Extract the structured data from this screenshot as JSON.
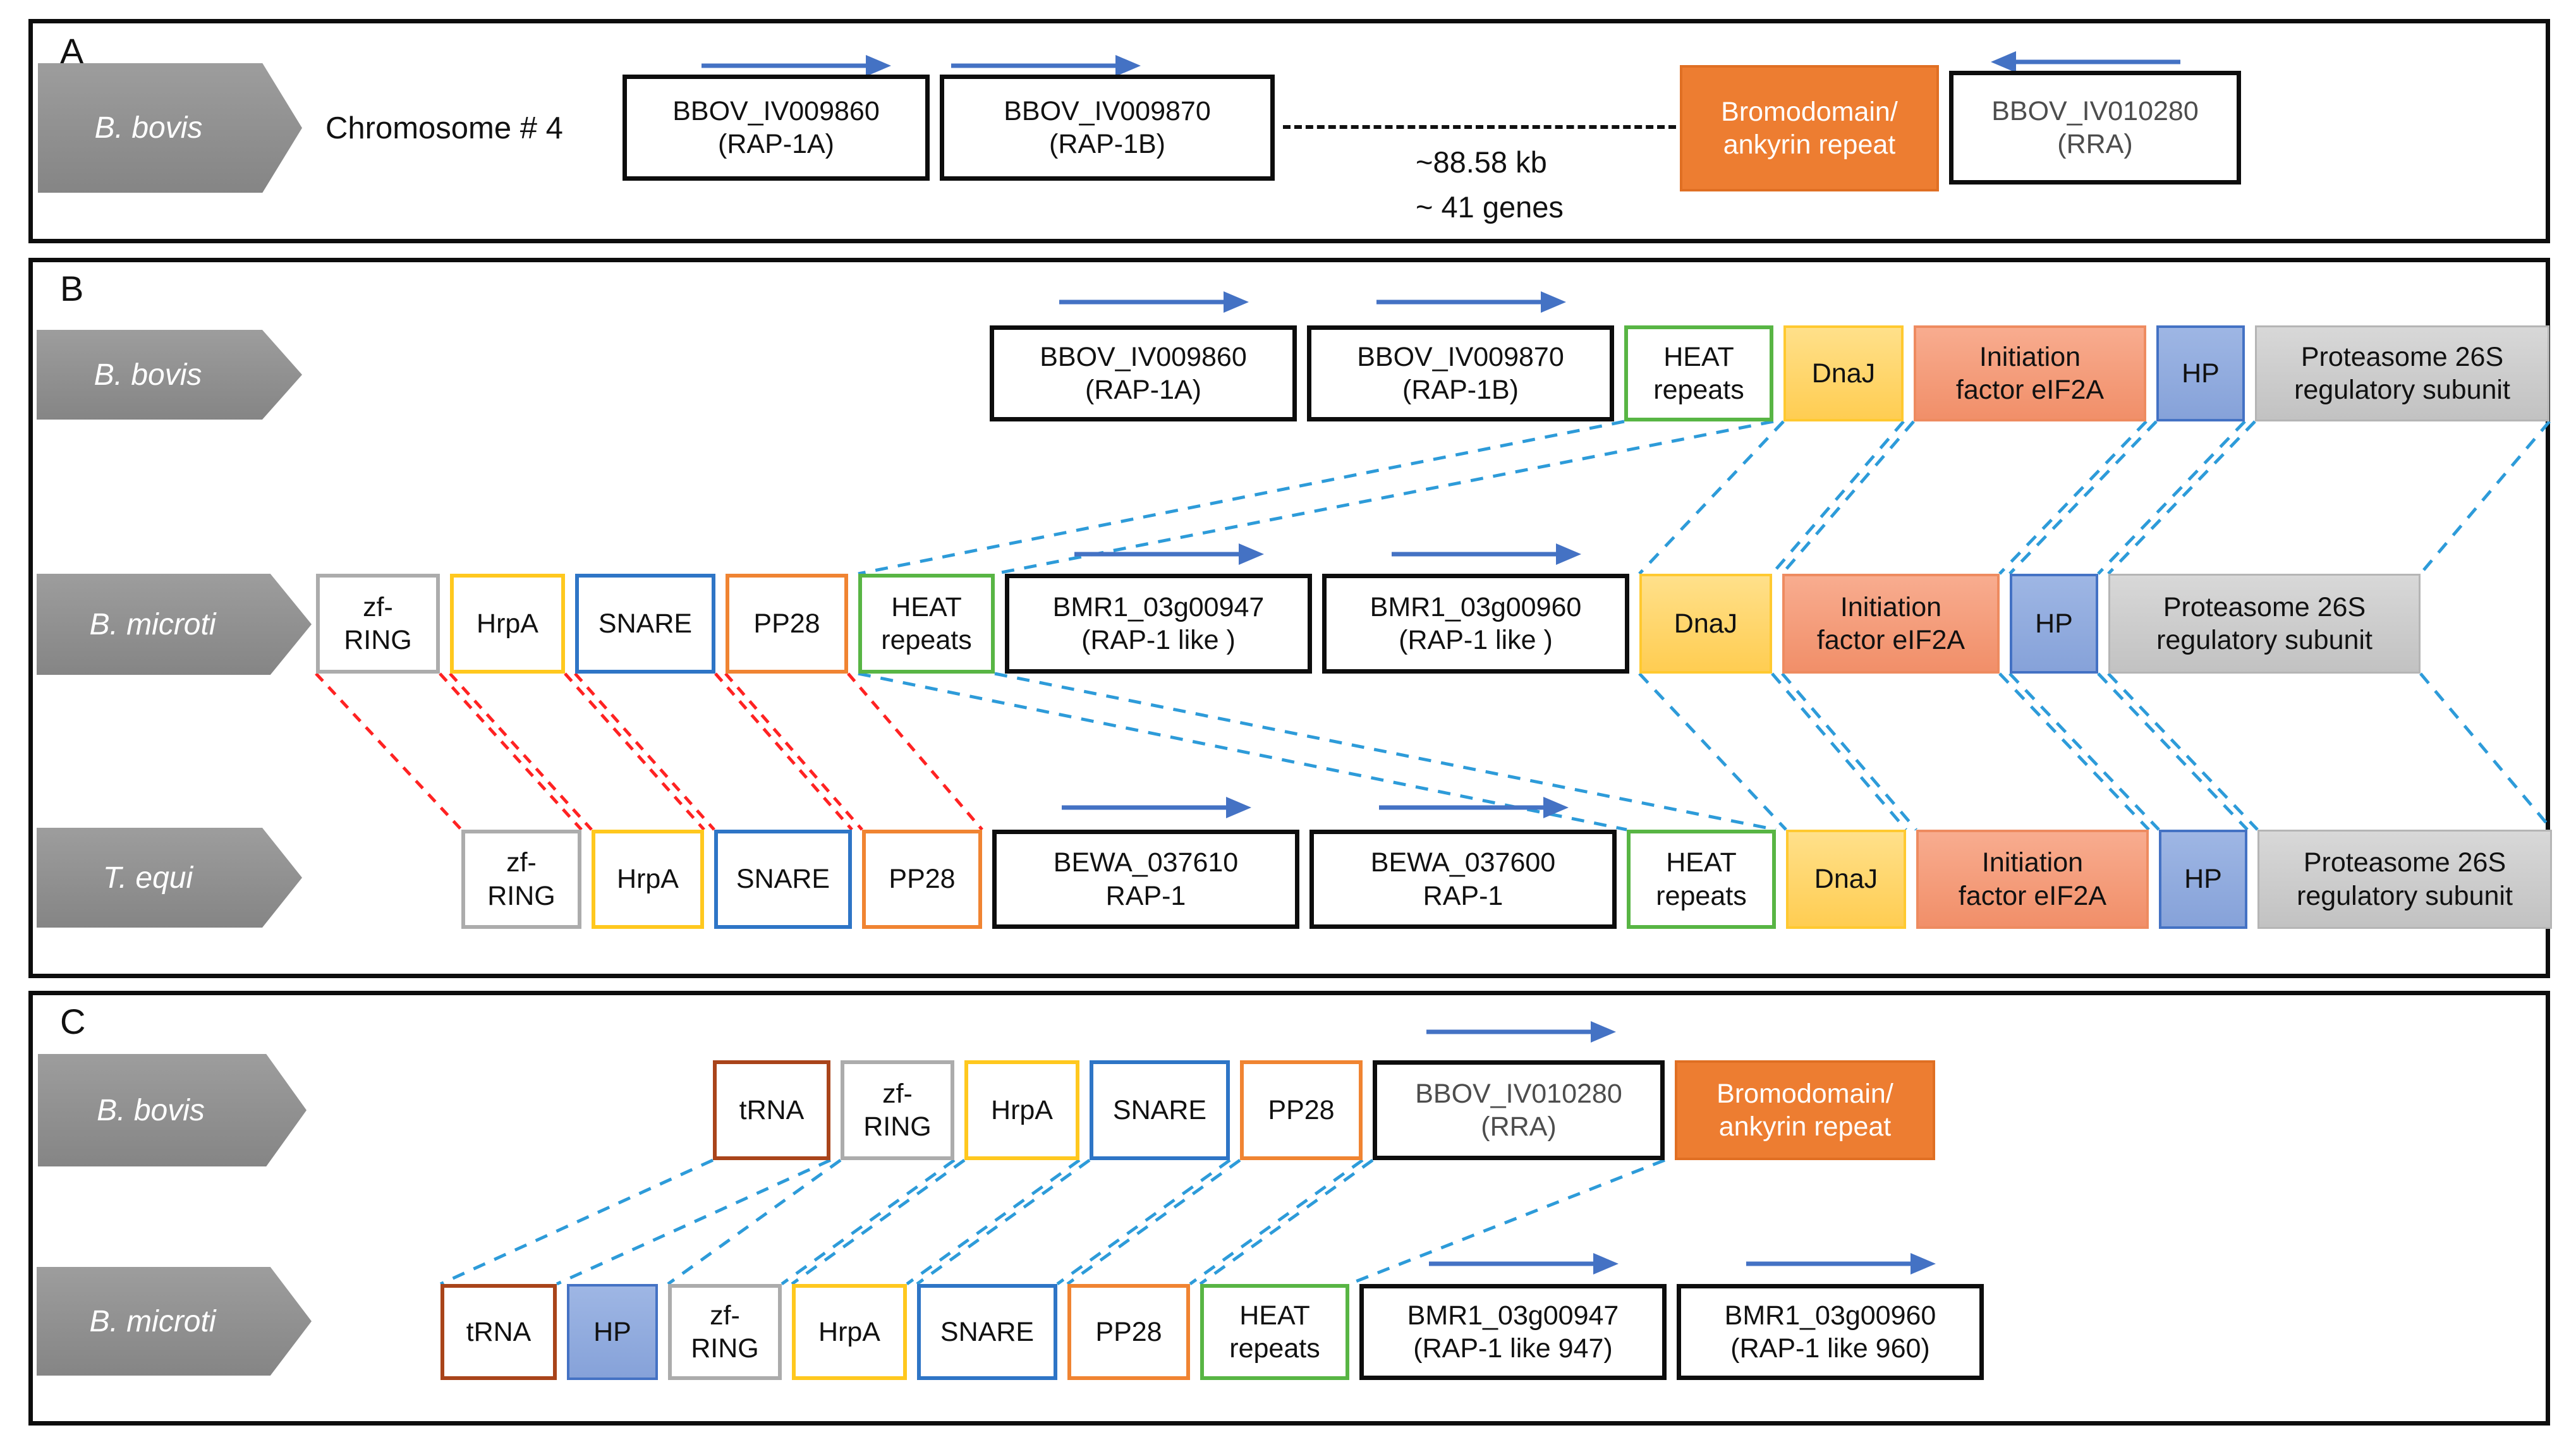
{
  "figure": {
    "description": "Synteny diagram of rap-1 loci in Babesia bovis, Babesia microti and Theileria equi"
  },
  "colors": {
    "strand_arrow_blue": "#4472C4",
    "synteny_dash_blue": "#2D9BD9",
    "synteny_dash_red": "#FF2222",
    "species_arrow_gray": "#8c8c8c",
    "bromodomain_orange": "#ED7D31",
    "heat_green": "#58B544",
    "dnaj_gold": "#FFD966",
    "hp_blue": "#8FA8DC",
    "eif2a_salmon": "#F4997B",
    "proteasome_gray": "#C9C9C9",
    "trna_brown": "#A9441A",
    "hrpa_yellow": "#FFC81E",
    "snare_blue": "#2E75C6",
    "pp28_orange": "#F08432",
    "zfring_gray": "#ACACAC"
  },
  "panel_a": {
    "label": "A",
    "species": "B. bovis",
    "chromosome_label": "Chromosome # 4",
    "boxes": [
      {
        "type": "gene",
        "lines": [
          "BBOV_IV009860",
          "(RAP-1A)"
        ]
      },
      {
        "type": "gene",
        "lines": [
          "BBOV_IV009870",
          "(RAP-1B)"
        ]
      },
      {
        "type": "bromo",
        "lines": [
          "Bromodomain/",
          "ankyrin repeat"
        ]
      },
      {
        "type": "rra",
        "lines": [
          "BBOV_IV010280",
          "(RRA)"
        ]
      }
    ],
    "gap_annotation": [
      "~88.58 kb",
      "~ 41 genes"
    ]
  },
  "panel_b": {
    "label": "B",
    "rows": [
      {
        "species": "B. bovis",
        "boxes": [
          {
            "type": "gene",
            "lines": [
              "BBOV_IV009860",
              "(RAP-1A)"
            ]
          },
          {
            "type": "gene",
            "lines": [
              "BBOV_IV009870",
              "(RAP-1B)"
            ]
          },
          {
            "type": "heat",
            "lines": [
              "HEAT",
              "repeats"
            ]
          },
          {
            "type": "dnaj",
            "lines": [
              "DnaJ"
            ]
          },
          {
            "type": "eif2a",
            "lines": [
              "Initiation",
              "factor eIF2A"
            ]
          },
          {
            "type": "hp",
            "lines": [
              "HP"
            ]
          },
          {
            "type": "prot",
            "lines": [
              "Proteasome 26S",
              "regulatory subunit"
            ]
          }
        ]
      },
      {
        "species": "B. microti",
        "boxes": [
          {
            "type": "zfring",
            "lines": [
              "zf-",
              "RING"
            ]
          },
          {
            "type": "hrpa",
            "lines": [
              "HrpA"
            ]
          },
          {
            "type": "snare",
            "lines": [
              "SNARE"
            ]
          },
          {
            "type": "pp28",
            "lines": [
              "PP28"
            ]
          },
          {
            "type": "heat",
            "lines": [
              "HEAT",
              "repeats"
            ]
          },
          {
            "type": "gene",
            "lines": [
              "BMR1_03g00947",
              "(RAP-1 like )"
            ]
          },
          {
            "type": "gene",
            "lines": [
              "BMR1_03g00960",
              "(RAP-1 like )"
            ]
          },
          {
            "type": "dnaj",
            "lines": [
              "DnaJ"
            ]
          },
          {
            "type": "eif2a",
            "lines": [
              "Initiation",
              "factor eIF2A"
            ]
          },
          {
            "type": "hp",
            "lines": [
              "HP"
            ]
          },
          {
            "type": "prot",
            "lines": [
              "Proteasome 26S",
              "regulatory subunit"
            ]
          }
        ]
      },
      {
        "species": "T. equi",
        "boxes": [
          {
            "type": "zfring",
            "lines": [
              "zf-",
              "RING"
            ]
          },
          {
            "type": "hrpa",
            "lines": [
              "HrpA"
            ]
          },
          {
            "type": "snare",
            "lines": [
              "SNARE"
            ]
          },
          {
            "type": "pp28",
            "lines": [
              "PP28"
            ]
          },
          {
            "type": "gene",
            "lines": [
              "BEWA_037610",
              "RAP-1"
            ]
          },
          {
            "type": "gene",
            "lines": [
              "BEWA_037600",
              "RAP-1"
            ]
          },
          {
            "type": "heat",
            "lines": [
              "HEAT",
              "repeats"
            ]
          },
          {
            "type": "dnaj",
            "lines": [
              "DnaJ"
            ]
          },
          {
            "type": "eif2a",
            "lines": [
              "Initiation",
              "factor eIF2A"
            ]
          },
          {
            "type": "hp",
            "lines": [
              "HP"
            ]
          },
          {
            "type": "prot",
            "lines": [
              "Proteasome 26S",
              "regulatory subunit"
            ]
          }
        ]
      }
    ]
  },
  "panel_c": {
    "label": "C",
    "rows": [
      {
        "species": "B. bovis",
        "boxes": [
          {
            "type": "trna",
            "lines": [
              "tRNA"
            ]
          },
          {
            "type": "zfring",
            "lines": [
              "zf-",
              "RING"
            ]
          },
          {
            "type": "hrpa",
            "lines": [
              "HrpA"
            ]
          },
          {
            "type": "snare",
            "lines": [
              "SNARE"
            ]
          },
          {
            "type": "pp28",
            "lines": [
              "PP28"
            ]
          },
          {
            "type": "rra",
            "lines": [
              "BBOV_IV010280",
              "(RRA)"
            ]
          },
          {
            "type": "bromo",
            "lines": [
              "Bromodomain/",
              "ankyrin repeat"
            ]
          }
        ]
      },
      {
        "species": "B. microti",
        "boxes": [
          {
            "type": "trna",
            "lines": [
              "tRNA"
            ]
          },
          {
            "type": "hp",
            "lines": [
              "HP"
            ]
          },
          {
            "type": "zfring",
            "lines": [
              "zf-",
              "RING"
            ]
          },
          {
            "type": "hrpa",
            "lines": [
              "HrpA"
            ]
          },
          {
            "type": "snare",
            "lines": [
              "SNARE"
            ]
          },
          {
            "type": "pp28",
            "lines": [
              "PP28"
            ]
          },
          {
            "type": "heat",
            "lines": [
              "HEAT",
              "repeats"
            ]
          },
          {
            "type": "gene",
            "lines": [
              "BMR1_03g00947",
              "(RAP-1 like 947)"
            ]
          },
          {
            "type": "gene",
            "lines": [
              "BMR1_03g00960",
              "(RAP-1 like 960)"
            ]
          }
        ]
      }
    ]
  }
}
